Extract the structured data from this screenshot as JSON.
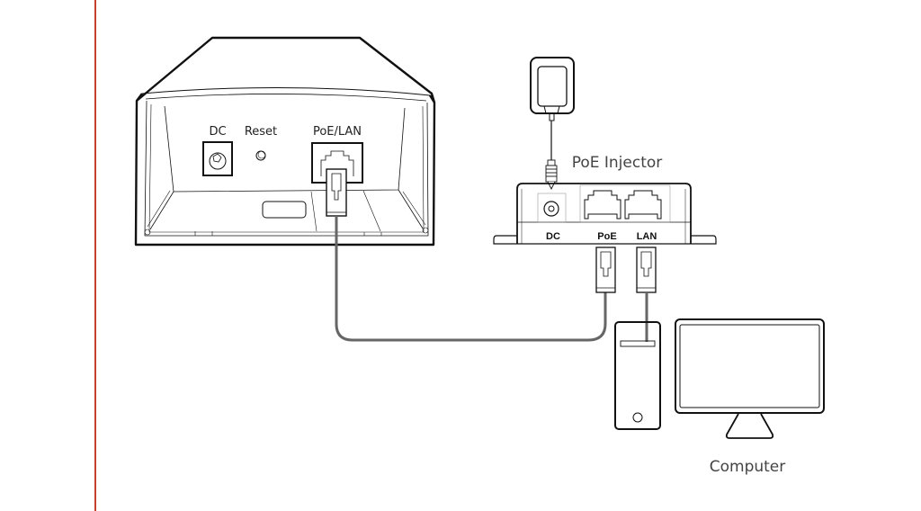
{
  "diagram": {
    "title": "PoE Injector Connection Diagram",
    "accent_line_color": "#c8412f",
    "cable_color": "#666666",
    "outline_color": "#111111",
    "access_point": {
      "ports": {
        "dc": "DC",
        "reset": "Reset",
        "poe_lan": "PoE/LAN"
      }
    },
    "poe_injector": {
      "label": "PoE Injector",
      "ports": {
        "dc": "DC",
        "poe": "PoE",
        "lan": "LAN"
      }
    },
    "computer": {
      "label": "Computer"
    },
    "connections": [
      {
        "from": "Access Point PoE/LAN",
        "to": "PoE Injector PoE"
      },
      {
        "from": "Power Adapter",
        "to": "PoE Injector DC"
      },
      {
        "from": "PoE Injector LAN",
        "to": "Computer"
      }
    ]
  }
}
